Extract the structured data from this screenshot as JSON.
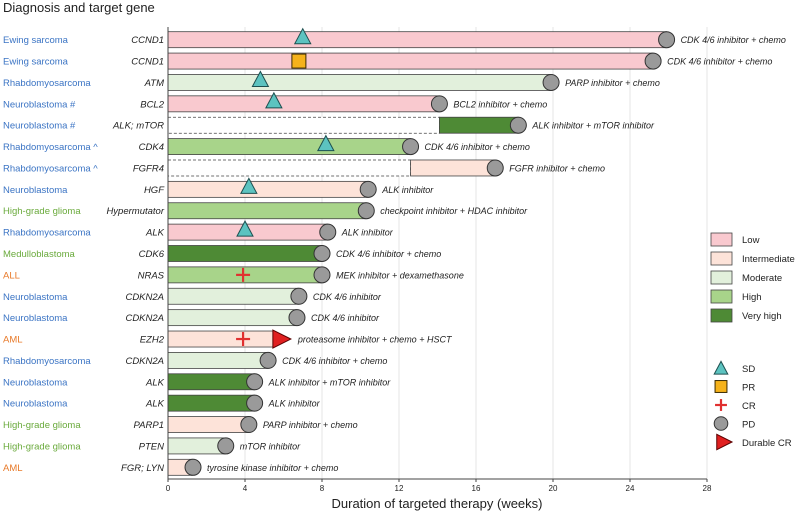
{
  "chart_data": {
    "type": "swimmer",
    "title": "Diagnosis and target gene",
    "xlabel": "Duration of targeted therapy (weeks)",
    "xlim": [
      0,
      28
    ],
    "xticks": [
      "0",
      "4",
      "8",
      "12",
      "16",
      "20",
      "24",
      "28"
    ],
    "grid": "vertical",
    "legend_position": "right",
    "colors": {
      "low": "#f9c9cf",
      "intermediate": "#fde3d9",
      "moderate": "#e2f0dc",
      "high": "#a8d48a",
      "very_high": "#4e8a35",
      "none": "#ffffff",
      "label_blue": "#3b74c4",
      "label_green": "#6aaa3c",
      "label_orange": "#e87a2a",
      "sd": "#5cc3c0",
      "pr": "#f5b21b",
      "cr": "#e03030",
      "pd": "#9a9a9a",
      "durable_cr": "#e02020"
    },
    "legend": {
      "levels": [
        {
          "key": "low",
          "label": "Low"
        },
        {
          "key": "intermediate",
          "label": "Intermediate"
        },
        {
          "key": "moderate",
          "label": "Moderate"
        },
        {
          "key": "high",
          "label": "High"
        },
        {
          "key": "very_high",
          "label": "Very high"
        }
      ],
      "responses": [
        {
          "key": "SD",
          "label": "SD"
        },
        {
          "key": "PR",
          "label": "PR"
        },
        {
          "key": "CR",
          "label": "CR"
        },
        {
          "key": "PD",
          "label": "PD"
        },
        {
          "key": "DurableCR",
          "label": "Durable CR"
        }
      ]
    },
    "rows": [
      {
        "diagnosis": "Ewing sarcoma",
        "dx_color": "label_blue",
        "gene": "CCND1",
        "segments": [
          {
            "start": 0,
            "end": 25.9,
            "level": "low"
          }
        ],
        "end_marker": "PD",
        "response": {
          "type": "SD",
          "at": 7
        },
        "therapy": "CDK 4/6 inhibitor + chemo"
      },
      {
        "diagnosis": "Ewing sarcoma",
        "dx_color": "label_blue",
        "gene": "CCND1",
        "segments": [
          {
            "start": 0,
            "end": 25.2,
            "level": "low"
          }
        ],
        "end_marker": "PD",
        "response": {
          "type": "PR",
          "at": 6.8
        },
        "therapy": "CDK 4/6 inhibitor + chemo"
      },
      {
        "diagnosis": "Rhabdomyosarcoma",
        "dx_color": "label_blue",
        "gene": "ATM",
        "segments": [
          {
            "start": 0,
            "end": 19.9,
            "level": "moderate"
          }
        ],
        "end_marker": "PD",
        "response": {
          "type": "SD",
          "at": 4.8
        },
        "therapy": "PARP inhibitor + chemo"
      },
      {
        "diagnosis": "Neuroblastoma #",
        "dx_color": "label_blue",
        "gene": "BCL2",
        "segments": [
          {
            "start": 0,
            "end": 14.1,
            "level": "low"
          }
        ],
        "end_marker": "PD",
        "response": {
          "type": "SD",
          "at": 5.5
        },
        "therapy": "BCL2 inhibitor + chemo"
      },
      {
        "diagnosis": "Neuroblastoma #",
        "dx_color": "label_blue",
        "gene": "ALK; mTOR",
        "segments": [
          {
            "start": 0,
            "end": 14.1,
            "level": "none"
          },
          {
            "start": 14.1,
            "end": 18.2,
            "level": "very_high"
          }
        ],
        "end_marker": "PD",
        "response": null,
        "therapy": "ALK inhibitor + mTOR inhibitor"
      },
      {
        "diagnosis": "Rhabdomyosarcoma ^",
        "dx_color": "label_blue",
        "gene": "CDK4",
        "segments": [
          {
            "start": 0,
            "end": 12.6,
            "level": "high"
          }
        ],
        "end_marker": "PD",
        "response": {
          "type": "SD",
          "at": 8.2
        },
        "therapy": "CDK 4/6 inhibitor + chemo"
      },
      {
        "diagnosis": "Rhabdomyosarcoma ^",
        "dx_color": "label_blue",
        "gene": "FGFR4",
        "segments": [
          {
            "start": 0,
            "end": 12.6,
            "level": "none"
          },
          {
            "start": 12.6,
            "end": 17.0,
            "level": "intermediate"
          }
        ],
        "end_marker": "PD",
        "response": null,
        "therapy": "FGFR inhibitor + chemo"
      },
      {
        "diagnosis": "Neuroblastoma",
        "dx_color": "label_blue",
        "gene": "HGF",
        "segments": [
          {
            "start": 0,
            "end": 10.4,
            "level": "intermediate"
          }
        ],
        "end_marker": "PD",
        "response": {
          "type": "SD",
          "at": 4.2
        },
        "therapy": "ALK inhibitor"
      },
      {
        "diagnosis": "High-grade glioma",
        "dx_color": "label_green",
        "gene": "Hypermutator",
        "segments": [
          {
            "start": 0,
            "end": 10.3,
            "level": "high"
          }
        ],
        "end_marker": "PD",
        "response": null,
        "therapy": "checkpoint inhibitor + HDAC inhibitor"
      },
      {
        "diagnosis": "Rhabdomyosarcoma",
        "dx_color": "label_blue",
        "gene": "ALK",
        "segments": [
          {
            "start": 0,
            "end": 8.3,
            "level": "low"
          }
        ],
        "end_marker": "PD",
        "response": {
          "type": "SD",
          "at": 4
        },
        "therapy": "ALK inhibitor"
      },
      {
        "diagnosis": "Medulloblastoma",
        "dx_color": "label_green",
        "gene": "CDK6",
        "segments": [
          {
            "start": 0,
            "end": 8.0,
            "level": "very_high"
          }
        ],
        "end_marker": "PD",
        "response": null,
        "therapy": "CDK 4/6 inhibitor + chemo"
      },
      {
        "diagnosis": "ALL",
        "dx_color": "label_orange",
        "gene": "NRAS",
        "segments": [
          {
            "start": 0,
            "end": 8.0,
            "level": "high"
          }
        ],
        "end_marker": "PD",
        "response": {
          "type": "CR",
          "at": 3.9
        },
        "therapy": "MEK inhibitor + dexamethasone"
      },
      {
        "diagnosis": "Neuroblastoma",
        "dx_color": "label_blue",
        "gene": "CDKN2A",
        "segments": [
          {
            "start": 0,
            "end": 6.8,
            "level": "moderate"
          }
        ],
        "end_marker": "PD",
        "response": null,
        "therapy": "CDK 4/6 inhibitor"
      },
      {
        "diagnosis": "Neuroblastoma",
        "dx_color": "label_blue",
        "gene": "CDKN2A",
        "segments": [
          {
            "start": 0,
            "end": 6.7,
            "level": "moderate"
          }
        ],
        "end_marker": "PD",
        "response": null,
        "therapy": "CDK 4/6 inhibitor"
      },
      {
        "diagnosis": "AML",
        "dx_color": "label_orange",
        "gene": "EZH2",
        "segments": [
          {
            "start": 0,
            "end": 5.5,
            "level": "intermediate"
          }
        ],
        "end_marker": "DurableCR",
        "response": {
          "type": "CR",
          "at": 3.9
        },
        "therapy": "proteasome inhibitor + chemo + HSCT"
      },
      {
        "diagnosis": "Rhabdomyosarcoma",
        "dx_color": "label_blue",
        "gene": "CDKN2A",
        "segments": [
          {
            "start": 0,
            "end": 5.2,
            "level": "moderate"
          }
        ],
        "end_marker": "PD",
        "response": null,
        "therapy": "CDK 4/6 inhibitor + chemo"
      },
      {
        "diagnosis": "Neuroblastoma",
        "dx_color": "label_blue",
        "gene": "ALK",
        "segments": [
          {
            "start": 0,
            "end": 4.5,
            "level": "very_high"
          }
        ],
        "end_marker": "PD",
        "response": null,
        "therapy": "ALK inhibitor + mTOR inhibitor"
      },
      {
        "diagnosis": "Neuroblastoma",
        "dx_color": "label_blue",
        "gene": "ALK",
        "segments": [
          {
            "start": 0,
            "end": 4.5,
            "level": "very_high"
          }
        ],
        "end_marker": "PD",
        "response": null,
        "therapy": "ALK inhibitor"
      },
      {
        "diagnosis": "High-grade glioma",
        "dx_color": "label_green",
        "gene": "PARP1",
        "segments": [
          {
            "start": 0,
            "end": 4.2,
            "level": "intermediate"
          }
        ],
        "end_marker": "PD",
        "response": null,
        "therapy": "PARP inhibitor + chemo"
      },
      {
        "diagnosis": "High-grade glioma",
        "dx_color": "label_green",
        "gene": "PTEN",
        "segments": [
          {
            "start": 0,
            "end": 3.0,
            "level": "moderate"
          }
        ],
        "end_marker": "PD",
        "response": null,
        "therapy": "mTOR inhibitor"
      },
      {
        "diagnosis": "AML",
        "dx_color": "label_orange",
        "gene": "FGR; LYN",
        "segments": [
          {
            "start": 0,
            "end": 1.3,
            "level": "intermediate"
          }
        ],
        "end_marker": "PD",
        "response": null,
        "therapy": "tyrosine kinase inhibitor + chemo"
      }
    ]
  }
}
